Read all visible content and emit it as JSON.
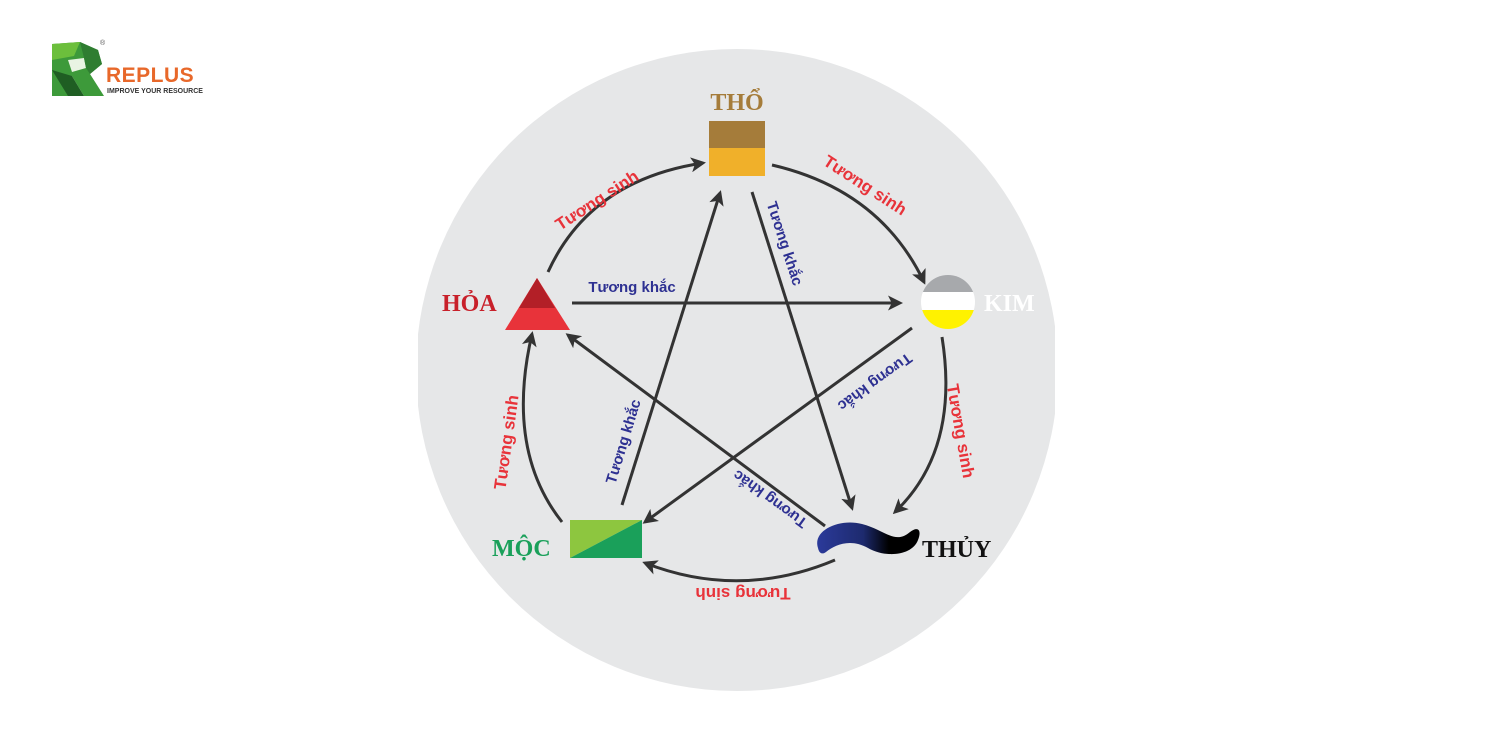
{
  "logo": {
    "brand": "REPLUS",
    "tagline": "IMPROVE YOUR RESOURCE",
    "registered": "®"
  },
  "elements": {
    "tho": {
      "label": "THỔ",
      "color": "#a57c3a"
    },
    "kim": {
      "label": "KIM",
      "color": "#ffffff"
    },
    "thuy": {
      "label": "THỦY",
      "color": "#111111"
    },
    "moc": {
      "label": "MỘC",
      "color": "#1aa05a"
    },
    "hoa": {
      "label": "HỎA",
      "color": "#c8202a"
    }
  },
  "relations": {
    "sinh": [
      "Tương sinh",
      "Tương sinh",
      "Tương sinh",
      "Tương sinh",
      "Tương sinh"
    ],
    "khac": [
      "Tương khắc",
      "Tương khắc",
      "Tương khắc",
      "Tương khắc",
      "Tương khắc"
    ]
  }
}
